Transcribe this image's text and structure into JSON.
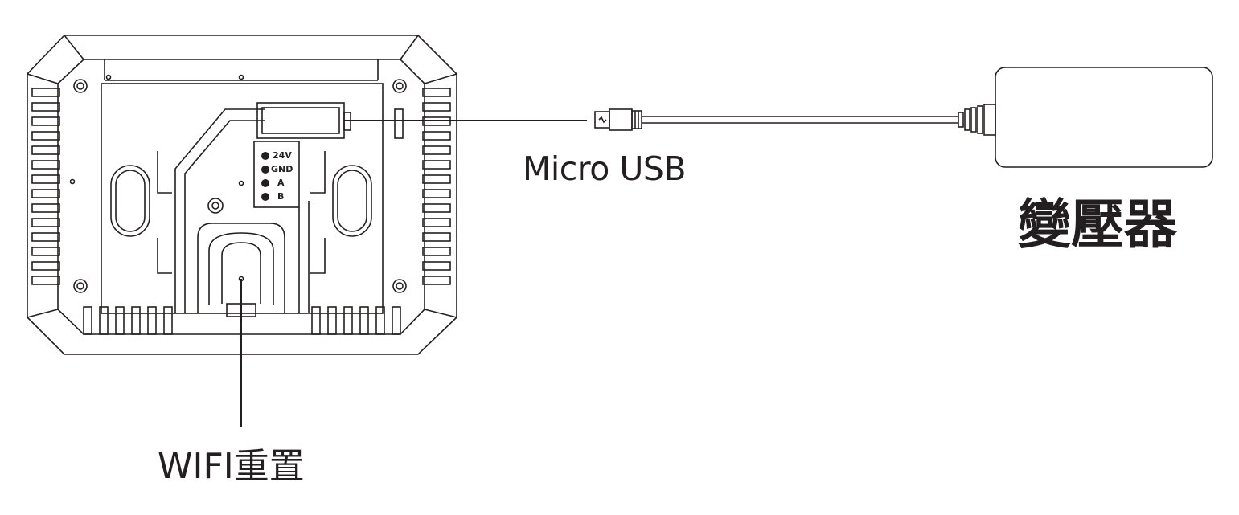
{
  "labels": {
    "micro_usb": "Micro USB",
    "adapter": "變壓器",
    "wifi_reset": "WIFI重置"
  },
  "terminals": [
    "24V",
    "GND",
    "A",
    "B"
  ],
  "colors": {
    "line": "#231f20",
    "background": "#ffffff"
  }
}
